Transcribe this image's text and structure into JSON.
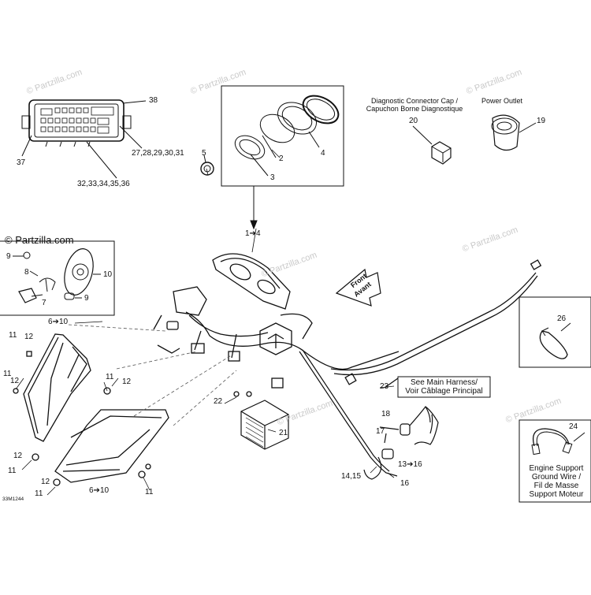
{
  "watermark": {
    "brand": "© Partzilla.com",
    "faint": "© Partzilla.com"
  },
  "labels": {
    "diag_cap": "Diagnostic Connector Cap /",
    "diag_cap_fr": "Capuchon Borne Diagnostique",
    "power_outlet": "Power Outlet",
    "front": "Front",
    "avant": "Avant",
    "see_main_1": "See Main Harness/",
    "see_main_2": "Voir Câblage Principal",
    "engine_1": "Engine Support",
    "engine_2": "Ground Wire /",
    "engine_3": "Fil de Masse",
    "engine_4": "Support Moteur",
    "figure_code": "33M1244"
  },
  "callouts": {
    "c38": "38",
    "c37": "37",
    "c27_31": "27,28,29,30,31",
    "c32_36": "32,33,34,35,36",
    "c5": "5",
    "c2": "2",
    "c3": "3",
    "c4": "4",
    "c20": "20",
    "c19": "19",
    "c1_4": "1➔4",
    "c9a": "9",
    "c8": "8",
    "c10": "10",
    "c7": "7",
    "c9b": "9",
    "c6_10a": "6➔10",
    "c11a": "11",
    "c12a": "12",
    "c11b": "11",
    "c11c": "11",
    "c12b": "12",
    "c12c": "12",
    "c11d": "11",
    "c12d": "12",
    "c13_16": "13➔16",
    "c6_10b": "6➔10",
    "c12e": "12",
    "c11e": "11",
    "c11f": "11",
    "c22": "22",
    "c21": "21",
    "c26": "26",
    "c23": "23",
    "c18": "18",
    "c17": "17",
    "c14_15": "14,15",
    "c16": "16",
    "c24": "24"
  }
}
